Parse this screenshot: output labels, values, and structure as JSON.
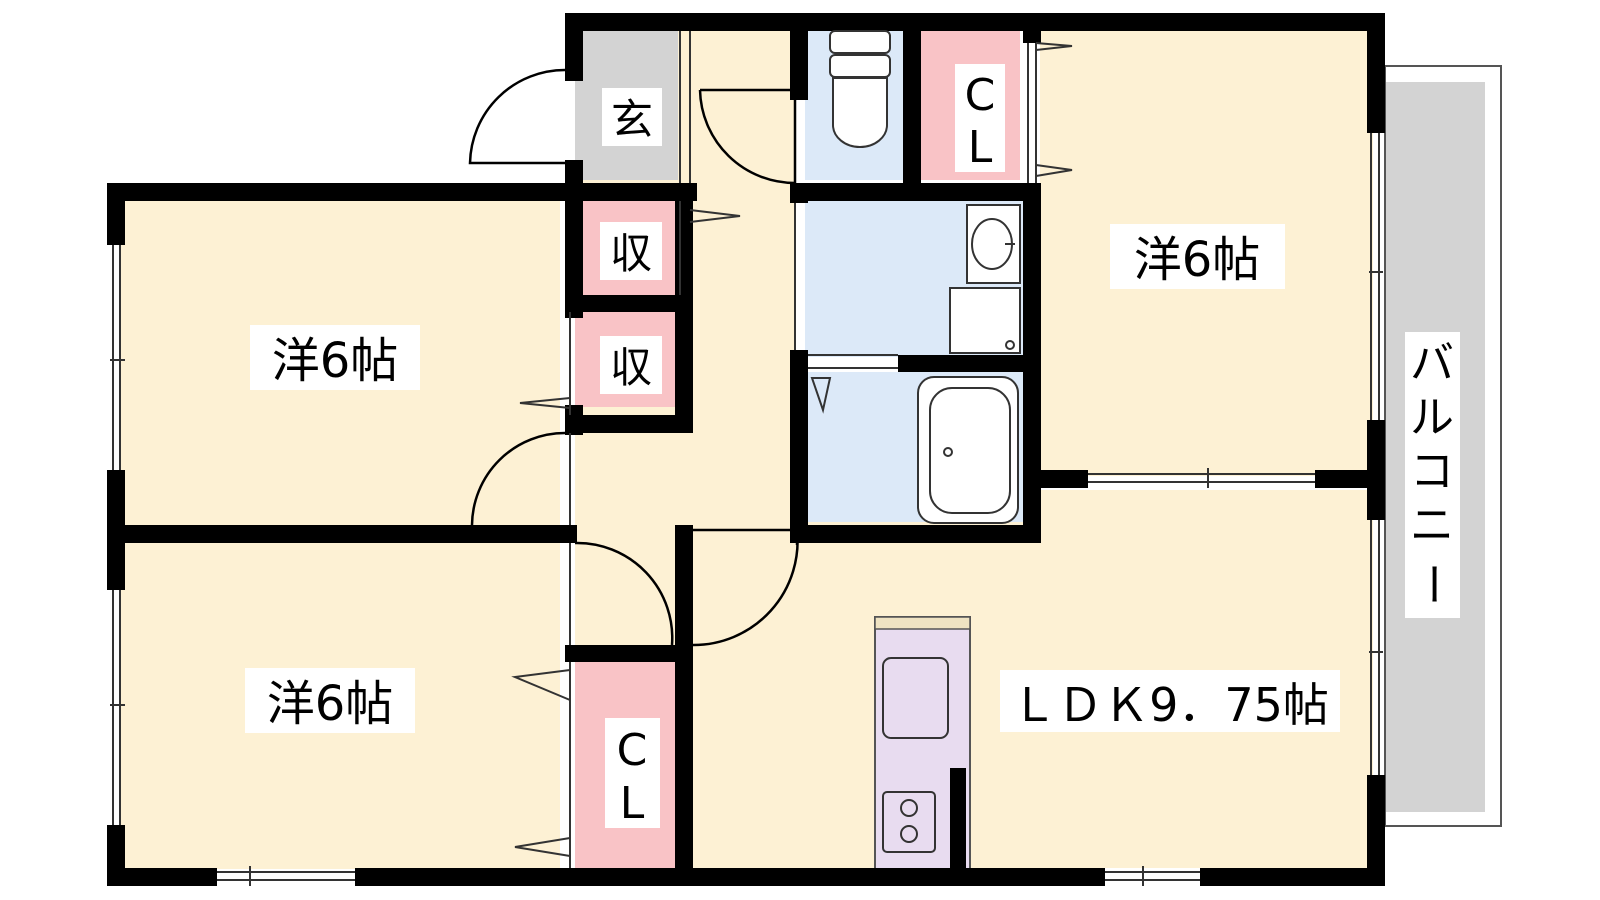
{
  "rooms": {
    "western_top_left": "洋6帖",
    "western_bottom_left": "洋6帖",
    "western_top_right": "洋6帖",
    "ldk": "ＬＤＫ9．75帖",
    "entrance": "玄",
    "storage_upper": "収",
    "storage_lower": "収",
    "closet_top_line1": "C",
    "closet_top_line2": "L",
    "closet_bottom_line1": "C",
    "closet_bottom_line2": "L",
    "balcony_chars": [
      "バ",
      "ル",
      "コ",
      "ニ",
      "ー"
    ]
  },
  "colors": {
    "room_fill": "#fdf1d4",
    "wet_area_fill": "#dce9f8",
    "storage_fill": "#f9c3c6",
    "entrance_fill": "#d3d3d3",
    "balcony_fill": "#d3d3d3",
    "kitchen_fill": "#e8dcf0",
    "wall": "#000000"
  }
}
